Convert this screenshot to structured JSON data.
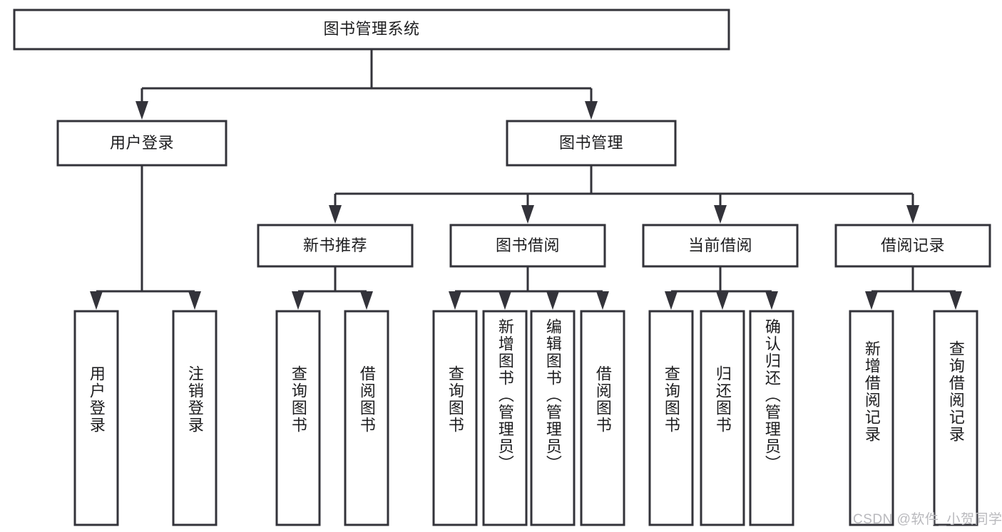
{
  "diagram": {
    "type": "tree-hierarchy-chart",
    "title": "图书管理系统",
    "orientation": "top-down",
    "colors": {
      "box_stroke": "#33333a",
      "box_fill": "#ffffff",
      "connector": "#33333a",
      "text": "#1d1d1f",
      "background": "#ffffff",
      "watermark": "#b9b9bd"
    },
    "root": {
      "id": "root",
      "label": "图书管理系统",
      "text_orientation": "horizontal"
    },
    "level1": [
      {
        "id": "user-login",
        "label": "用户登录",
        "text_orientation": "horizontal"
      },
      {
        "id": "book-management",
        "label": "图书管理",
        "text_orientation": "horizontal"
      }
    ],
    "level2": [
      {
        "id": "new-book-recommend",
        "label": "新书推荐",
        "text_orientation": "horizontal",
        "parent": "book-management"
      },
      {
        "id": "book-borrow",
        "label": "图书借阅",
        "text_orientation": "horizontal",
        "parent": "book-management"
      },
      {
        "id": "current-borrow",
        "label": "当前借阅",
        "text_orientation": "horizontal",
        "parent": "book-management"
      },
      {
        "id": "borrow-record",
        "label": "借阅记录",
        "text_orientation": "horizontal",
        "parent": "book-management"
      }
    ],
    "leaves": [
      {
        "id": "leaf-user-login",
        "label": "用户登录",
        "text_orientation": "vertical",
        "parent": "user-login"
      },
      {
        "id": "leaf-logout",
        "label": "注销登录",
        "text_orientation": "vertical",
        "parent": "user-login"
      },
      {
        "id": "leaf-query-book-1",
        "label": "查询图书",
        "text_orientation": "vertical",
        "parent": "new-book-recommend"
      },
      {
        "id": "leaf-borrow-book-1",
        "label": "借阅图书",
        "text_orientation": "vertical",
        "parent": "new-book-recommend"
      },
      {
        "id": "leaf-query-book-2",
        "label": "查询图书",
        "text_orientation": "vertical",
        "parent": "book-borrow"
      },
      {
        "id": "leaf-add-book",
        "label": "新增图书（管理员）",
        "text_orientation": "vertical",
        "parent": "book-borrow"
      },
      {
        "id": "leaf-edit-book",
        "label": "编辑图书（管理员）",
        "text_orientation": "vertical",
        "parent": "book-borrow"
      },
      {
        "id": "leaf-borrow-book-2",
        "label": "借阅图书",
        "text_orientation": "vertical",
        "parent": "book-borrow"
      },
      {
        "id": "leaf-query-book-3",
        "label": "查询图书",
        "text_orientation": "vertical",
        "parent": "current-borrow"
      },
      {
        "id": "leaf-return-book",
        "label": "归还图书",
        "text_orientation": "vertical",
        "parent": "current-borrow"
      },
      {
        "id": "leaf-confirm-return",
        "label": "确认归还（管理员）",
        "text_orientation": "vertical",
        "parent": "current-borrow"
      },
      {
        "id": "leaf-add-record",
        "label": "新增借阅记录",
        "text_orientation": "vertical",
        "parent": "borrow-record"
      },
      {
        "id": "leaf-query-record",
        "label": "查询借阅记录",
        "text_orientation": "vertical",
        "parent": "borrow-record"
      }
    ],
    "watermark": "CSDN @软件_小贺同学"
  }
}
